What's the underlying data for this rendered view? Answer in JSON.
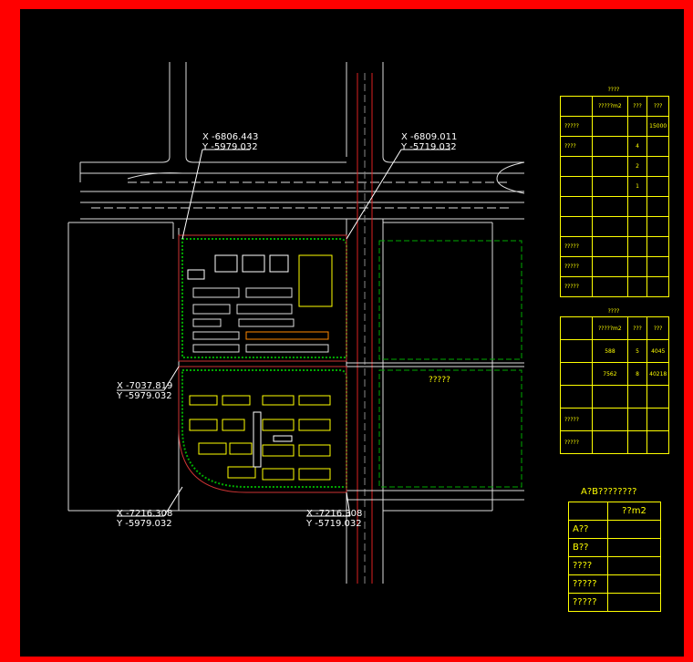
{
  "coords": {
    "top_left": {
      "x": "X -6806.443",
      "y": "Y -5979.032"
    },
    "top_right": {
      "x": "X -6809.011",
      "y": "Y -5719.032"
    },
    "mid_left": {
      "x": "X -7037.819",
      "y": "Y -5979.032"
    },
    "bottom_left": {
      "x": "X -7216.308",
      "y": "Y -5979.032"
    },
    "bottom_right": {
      "x": "X -7216.308",
      "y": "Y -5719.032"
    }
  },
  "plot_label": "?????",
  "legend1": {
    "title": "????",
    "header": [
      "",
      "?????m2",
      "???",
      "???"
    ],
    "rows": [
      [
        "?????",
        "",
        "",
        "15000"
      ],
      [
        "????",
        "",
        "4",
        ""
      ],
      [
        "",
        "",
        "2",
        ""
      ],
      [
        "",
        "",
        "1",
        ""
      ],
      [
        "",
        "",
        "",
        ""
      ],
      [
        "",
        "",
        "",
        ""
      ],
      [
        "?????",
        "",
        "",
        ""
      ],
      [
        "?????",
        "",
        "",
        ""
      ],
      [
        "?????",
        "",
        "",
        ""
      ]
    ]
  },
  "legend2": {
    "title": "????",
    "header": [
      "",
      "?????m2",
      "???",
      "???"
    ],
    "rows": [
      [
        "",
        "588",
        "5",
        "4045"
      ],
      [
        "",
        "7562",
        "8",
        "40218"
      ],
      [
        "",
        "",
        "",
        ""
      ],
      [
        "?????",
        "",
        "",
        ""
      ],
      [
        "?????",
        "",
        "",
        ""
      ]
    ]
  },
  "area": {
    "title": "A?B????????",
    "unit": "??m2",
    "rows": [
      {
        "label": "A??",
        "value": ""
      },
      {
        "label": "B??",
        "value": ""
      },
      {
        "label": "????",
        "value": ""
      },
      {
        "label": "?????",
        "value": ""
      },
      {
        "label": "?????",
        "value": ""
      }
    ]
  },
  "colors": {
    "frame": "#ff0000",
    "road": "#ffffff",
    "table": "#ffff00",
    "green": "#00aa00"
  }
}
